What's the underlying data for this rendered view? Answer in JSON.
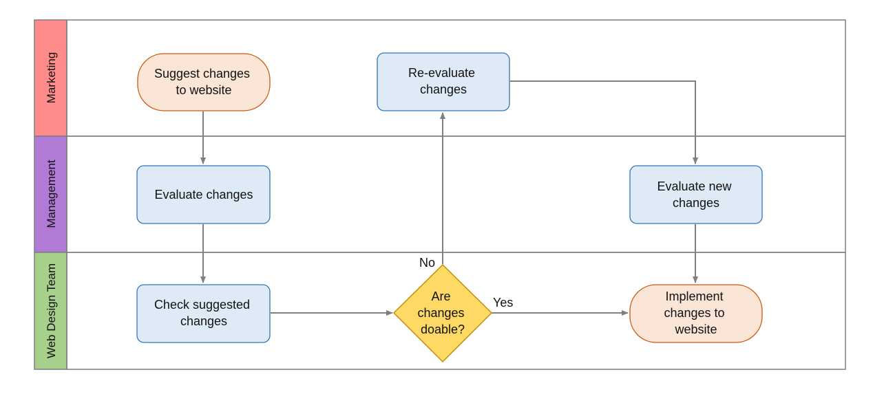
{
  "lanes": [
    {
      "id": "marketing",
      "label": "Marketing",
      "color": "#ff8b8b"
    },
    {
      "id": "management",
      "label": "Management",
      "color": "#b07ad6"
    },
    {
      "id": "webdesign",
      "label": "Web Design Team",
      "color": "#a8d08d"
    }
  ],
  "nodes": {
    "suggest": {
      "lines": [
        "Suggest changes",
        "to website"
      ],
      "shape": "terminator",
      "fill": "#fbe5d6",
      "stroke": "#c55a11"
    },
    "reevaluate": {
      "lines": [
        "Re-evaluate",
        "changes"
      ],
      "shape": "process",
      "fill": "#deebf7",
      "stroke": "#2e75b6"
    },
    "evaluate": {
      "lines": [
        "Evaluate changes"
      ],
      "shape": "process",
      "fill": "#deebf7",
      "stroke": "#2e75b6"
    },
    "evaluate_new": {
      "lines": [
        "Evaluate new",
        "changes"
      ],
      "shape": "process",
      "fill": "#deebf7",
      "stroke": "#2e75b6"
    },
    "check": {
      "lines": [
        "Check suggested",
        "changes"
      ],
      "shape": "process",
      "fill": "#deebf7",
      "stroke": "#2e75b6"
    },
    "decision": {
      "lines": [
        "Are",
        "changes",
        "doable?"
      ],
      "shape": "decision",
      "fill": "#ffd966",
      "stroke": "#bf9000"
    },
    "implement": {
      "lines": [
        "Implement",
        "changes to",
        "website"
      ],
      "shape": "terminator",
      "fill": "#fbe5d6",
      "stroke": "#c55a11"
    }
  },
  "edges": {
    "no_label": "No",
    "yes_label": "Yes"
  },
  "colors": {
    "border": "#7f7f7f",
    "arrow": "#7f7f7f"
  }
}
